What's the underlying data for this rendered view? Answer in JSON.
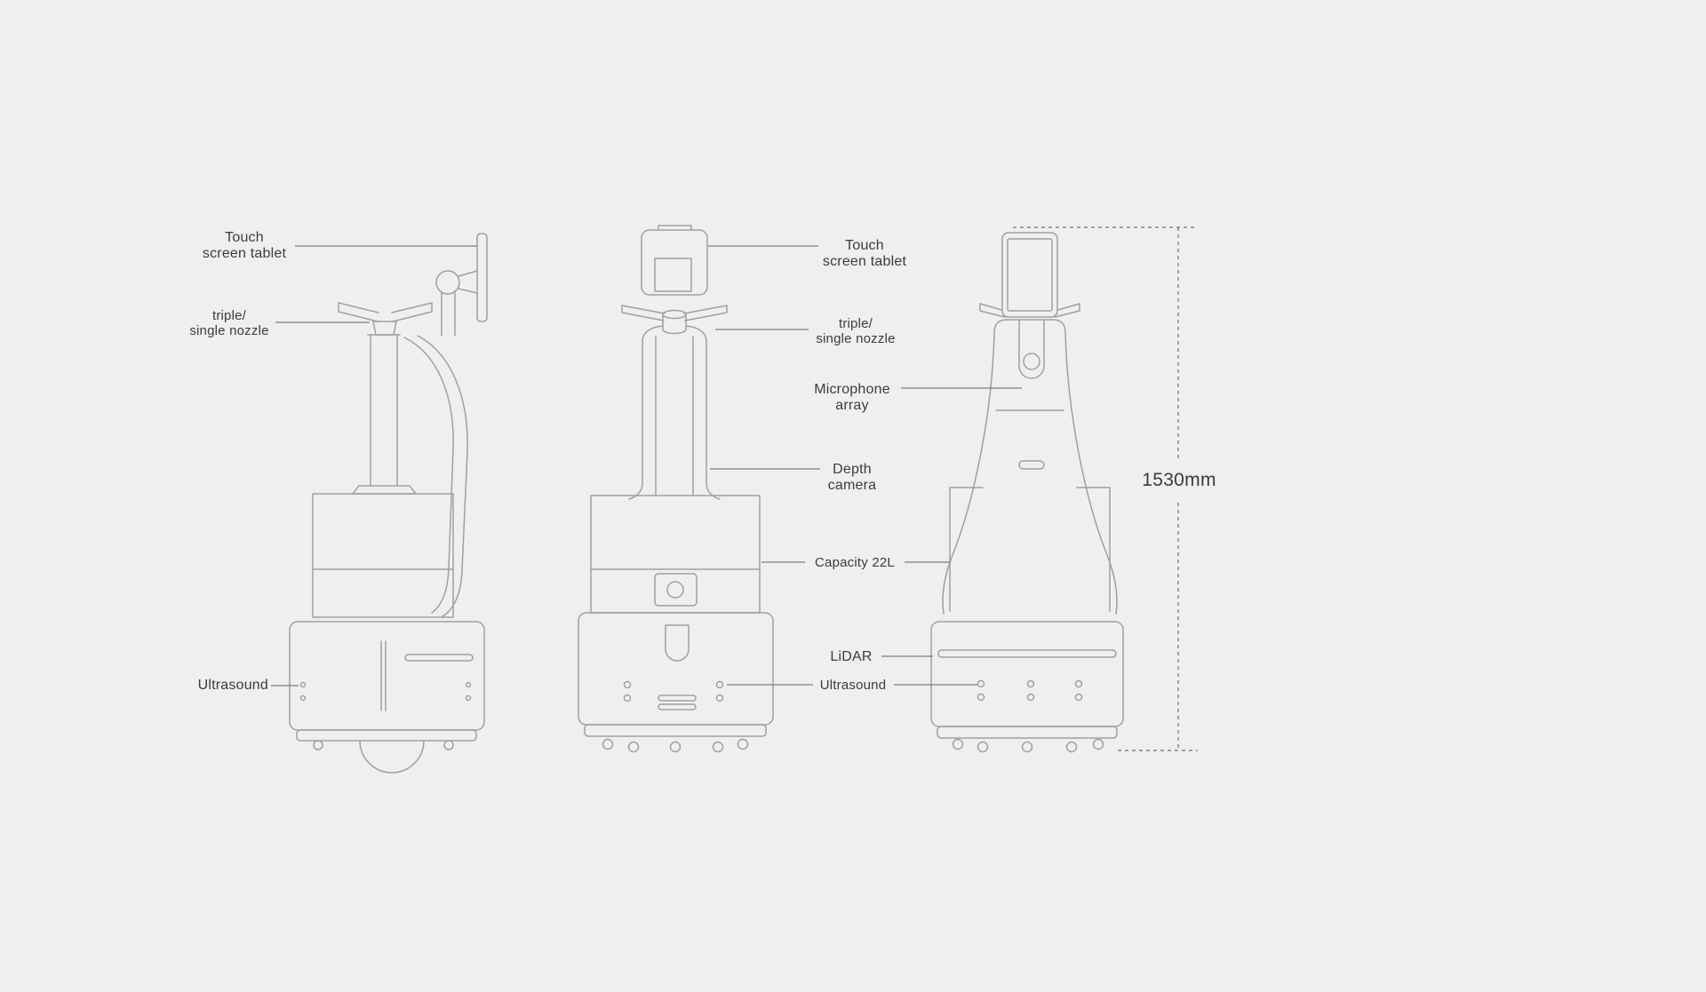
{
  "page": {
    "background": "#f0efee",
    "line_color": "#9fa0a0",
    "leader_color": "#7d7d7d",
    "dash_color": "#6e6e6e",
    "text_color": "#3c3c3c"
  },
  "labels": {
    "side_view": {
      "touch_screen": "Touch\nscreen tablet",
      "nozzle": "triple/\nsingle nozzle",
      "ultrasound": "Ultrasound"
    },
    "front_view": {
      "touch_screen": "Touch\nscreen tablet",
      "nozzle": "triple/\nsingle nozzle",
      "microphone": "Microphone\narray",
      "depth_camera": "Depth\ncamera",
      "capacity": "Capacity 22L",
      "lidar": "LiDAR",
      "ultrasound": "Ultrasound"
    },
    "dimension": "1530mm"
  }
}
